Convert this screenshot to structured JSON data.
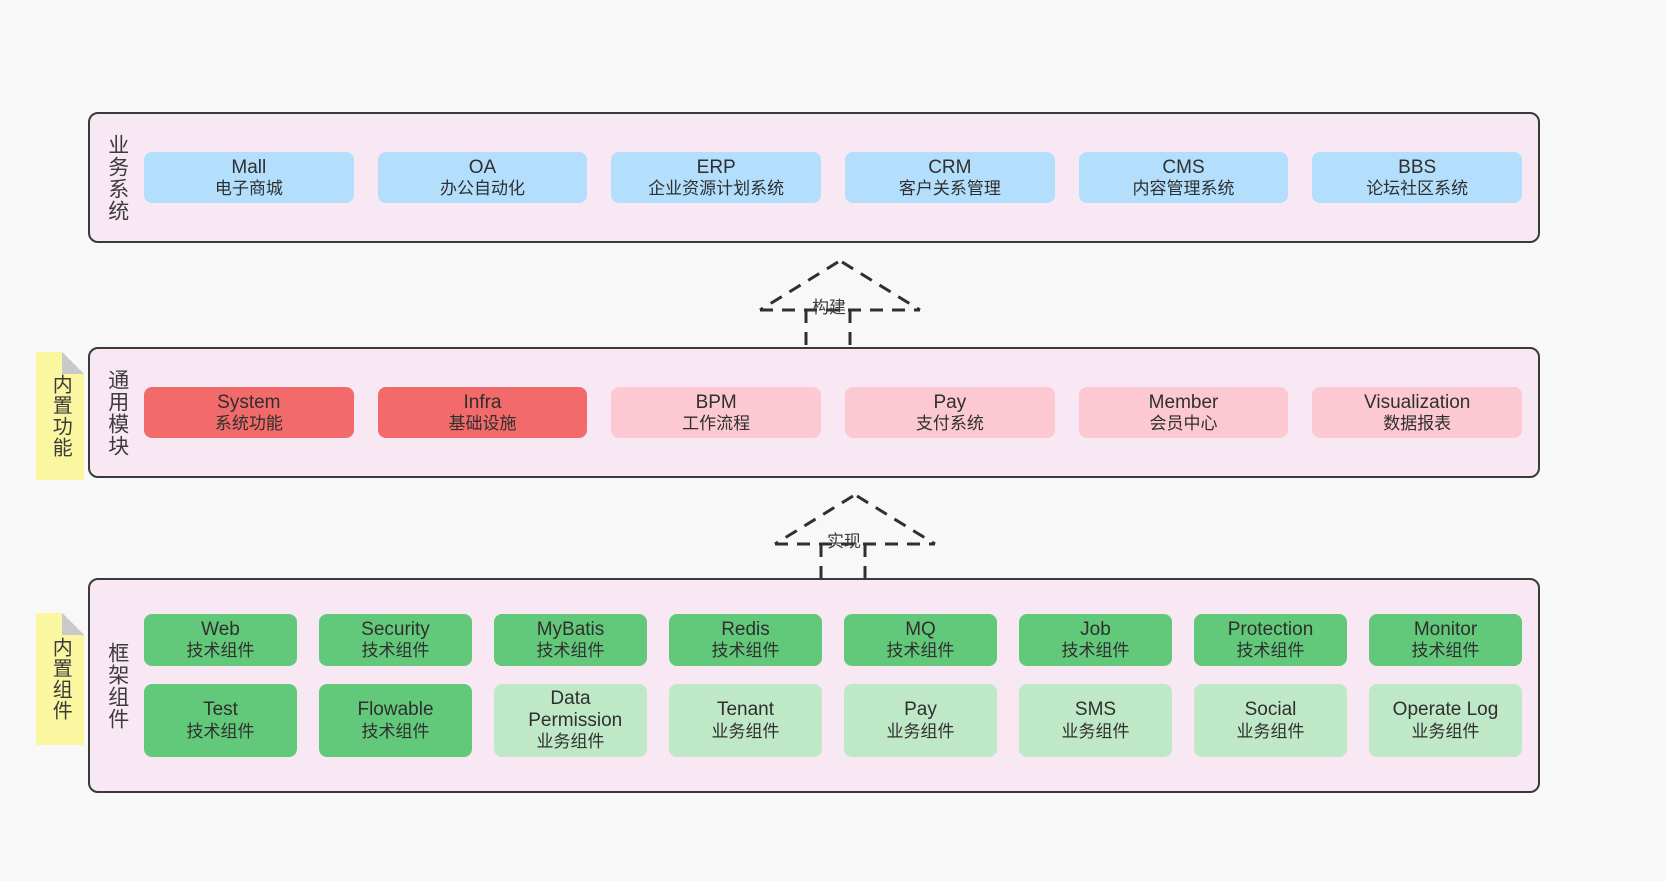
{
  "diagram": {
    "background_color": "#f8f8f8",
    "layer_fill": "#f8e8f4",
    "layer_border": "#3a3a3a"
  },
  "layers": [
    {
      "id": "business-system",
      "caption": "业务系统",
      "fill": "#b3dffc",
      "rows": [
        {
          "nodes": [
            {
              "title": "Mall",
              "subtitle": "电子商城",
              "style": "biz"
            },
            {
              "title": "OA",
              "subtitle": "办公自动化",
              "style": "biz"
            },
            {
              "title": "ERP",
              "subtitle": "企业资源计划系统",
              "style": "biz"
            },
            {
              "title": "CRM",
              "subtitle": "客户关系管理",
              "style": "biz"
            },
            {
              "title": "CMS",
              "subtitle": "内容管理系统",
              "style": "biz"
            },
            {
              "title": "BBS",
              "subtitle": "论坛社区系统",
              "style": "biz"
            }
          ]
        }
      ]
    },
    {
      "id": "common-module",
      "caption": "通用模块",
      "sticky": "内置功能",
      "rows": [
        {
          "nodes": [
            {
              "title": "System",
              "subtitle": "系统功能",
              "style": "mod-strong"
            },
            {
              "title": "Infra",
              "subtitle": "基础设施",
              "style": "mod-strong"
            },
            {
              "title": "BPM",
              "subtitle": "工作流程",
              "style": "mod-soft"
            },
            {
              "title": "Pay",
              "subtitle": "支付系统",
              "style": "mod-soft"
            },
            {
              "title": "Member",
              "subtitle": "会员中心",
              "style": "mod-soft"
            },
            {
              "title": "Visualization",
              "subtitle": "数据报表",
              "style": "mod-soft"
            }
          ]
        }
      ]
    },
    {
      "id": "framework-component",
      "caption": "框架组件",
      "sticky": "内置组件",
      "rows": [
        {
          "nodes": [
            {
              "title": "Web",
              "subtitle": "技术组件",
              "style": "fw-tech"
            },
            {
              "title": "Security",
              "subtitle": "技术组件",
              "style": "fw-tech"
            },
            {
              "title": "MyBatis",
              "subtitle": "技术组件",
              "style": "fw-tech"
            },
            {
              "title": "Redis",
              "subtitle": "技术组件",
              "style": "fw-tech"
            },
            {
              "title": "MQ",
              "subtitle": "技术组件",
              "style": "fw-tech"
            },
            {
              "title": "Job",
              "subtitle": "技术组件",
              "style": "fw-tech"
            },
            {
              "title": "Protection",
              "subtitle": "技术组件",
              "style": "fw-tech"
            },
            {
              "title": "Monitor",
              "subtitle": "技术组件",
              "style": "fw-tech"
            }
          ]
        },
        {
          "nodes": [
            {
              "title": "Test",
              "subtitle": "技术组件",
              "style": "fw-tech"
            },
            {
              "title": "Flowable",
              "subtitle": "技术组件",
              "style": "fw-tech"
            },
            {
              "title": "Data Permission",
              "subtitle": "业务组件",
              "style": "fw-biz"
            },
            {
              "title": "Tenant",
              "subtitle": "业务组件",
              "style": "fw-biz"
            },
            {
              "title": "Pay",
              "subtitle": "业务组件",
              "style": "fw-biz"
            },
            {
              "title": "SMS",
              "subtitle": "业务组件",
              "style": "fw-biz"
            },
            {
              "title": "Social",
              "subtitle": "业务组件",
              "style": "fw-biz"
            },
            {
              "title": "Operate Log",
              "subtitle": "业务组件",
              "style": "fw-biz"
            }
          ]
        }
      ]
    }
  ],
  "connectors": [
    {
      "id": "build",
      "label": "构建",
      "from": "common-module",
      "to": "business-system",
      "style": "dashed-generalization"
    },
    {
      "id": "implement",
      "label": "实现",
      "from": "framework-component",
      "to": "common-module",
      "style": "dashed-generalization"
    }
  ],
  "palette": {
    "business": "#b3dffc",
    "module_strong": "#f26a6a",
    "module_soft": "#fcc9d2",
    "framework_tech": "#63c97a",
    "framework_business": "#bfe8c6",
    "sticky": "#fbf7a0",
    "band": "#f8e8f4"
  }
}
